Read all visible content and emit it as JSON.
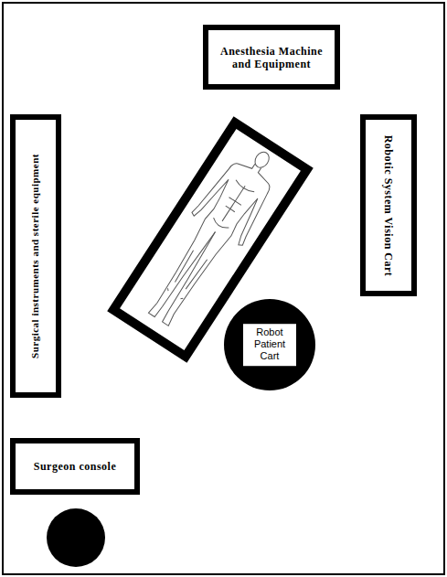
{
  "diagram": {
    "nodes": [
      {
        "text": [
          "Anesthesia Machine and Equipment"
        ]
      },
      {
        "text": [
          "Surgical instruments and sterile equipment"
        ]
      },
      {
        "text": [
          "Robotic System Vision Cart"
        ]
      },
      {
        "text": [
          "Robot Patient Cart"
        ]
      },
      {
        "text": [
          "Surgeon console"
        ]
      }
    ]
  }
}
